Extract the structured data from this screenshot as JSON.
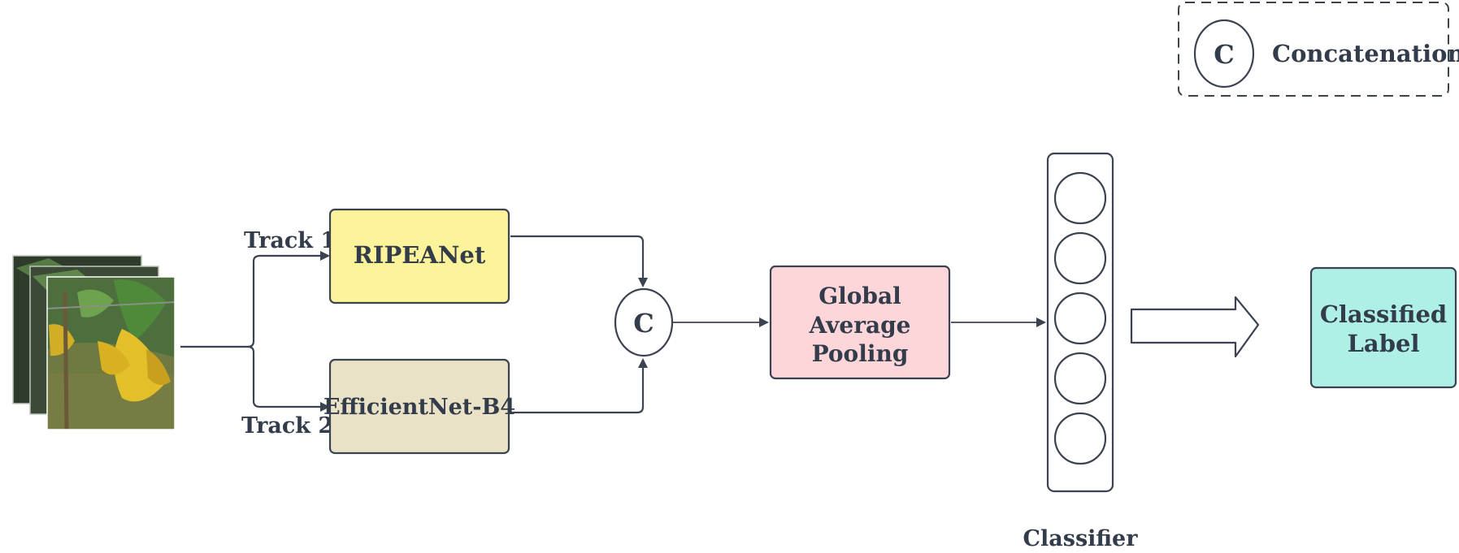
{
  "legend": {
    "symbol": "C",
    "label": "Concatenation"
  },
  "input": {
    "image_icon": "leaf-photo-stack-icon"
  },
  "tracks": [
    {
      "label": "Track 1",
      "model": "RIPEANet",
      "fill": "#fdf39a"
    },
    {
      "label": "Track 2",
      "model": "EfficientNet-B4",
      "fill": "#e9e2c6"
    }
  ],
  "concat_node": {
    "symbol": "C"
  },
  "pooling": {
    "line1": "Global",
    "line2": "Average",
    "line3": "Pooling",
    "fill": "#fdd6da"
  },
  "classifier": {
    "label": "Classifier",
    "neuron_count": 5
  },
  "output": {
    "line1": "Classified",
    "line2": "Label",
    "fill": "#aef0e6"
  },
  "colors": {
    "stroke": "#3b4350",
    "text": "#333c4a"
  }
}
